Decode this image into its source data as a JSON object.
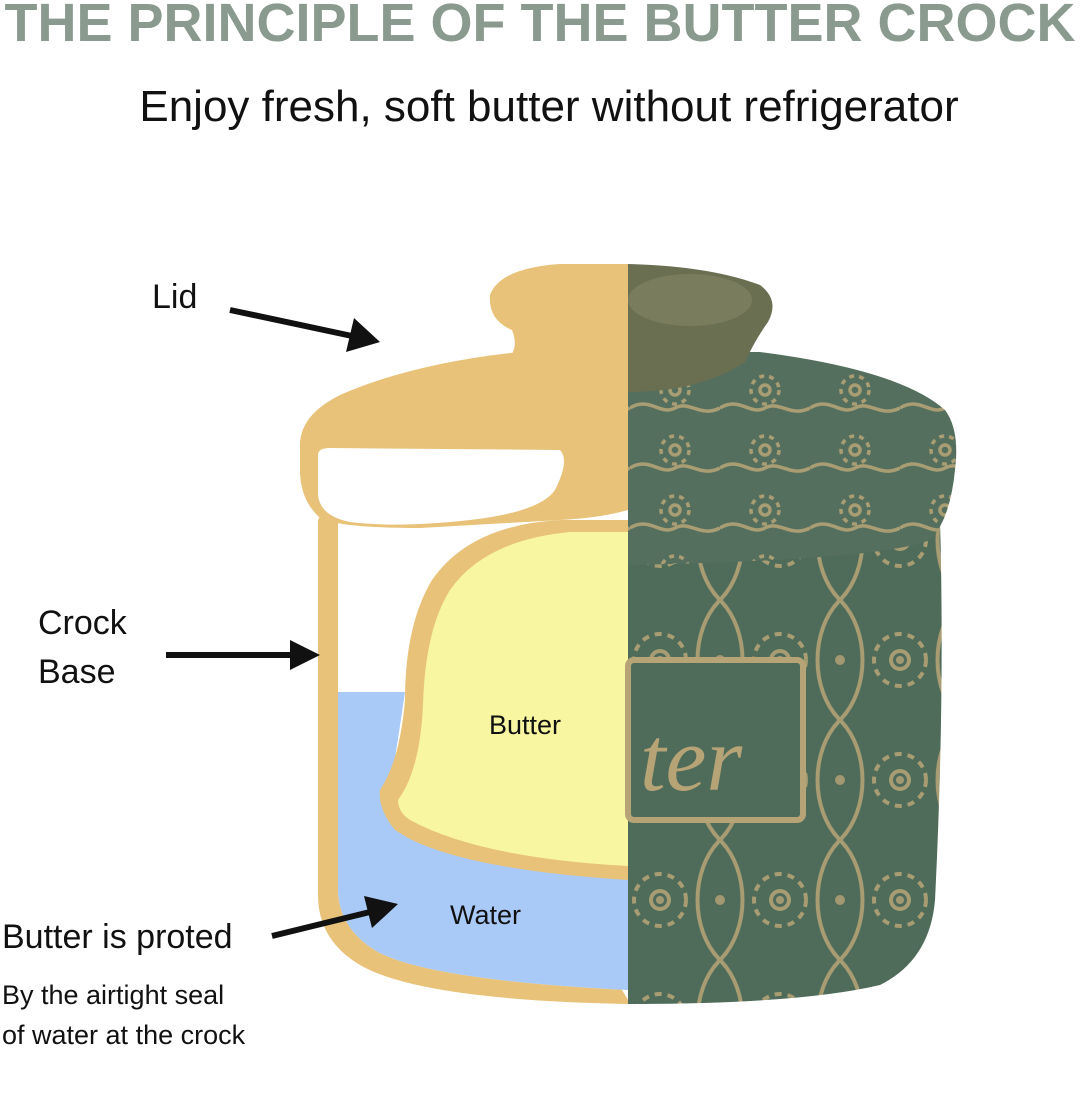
{
  "header": {
    "title": "THE PRINCIPLE OF THE BUTTER CROCK",
    "subtitle": "Enjoy fresh, soft butter without refrigerator"
  },
  "labels": {
    "lid": "Lid",
    "crock_base_line1": "Crock",
    "crock_base_line2": "Base",
    "butter": "Butter",
    "water": "Water",
    "protected": "Butter is proted",
    "seal_line1": "By the airtight seal",
    "seal_line2": "of water at the crock"
  },
  "colors": {
    "title": "#8a9a8e",
    "ceramic_outline": "#e8c278",
    "butter": "#f8f6a0",
    "water": "#a9c9f7",
    "glaze_green": "#4f6b5a",
    "glaze_pattern": "#b6a476"
  }
}
